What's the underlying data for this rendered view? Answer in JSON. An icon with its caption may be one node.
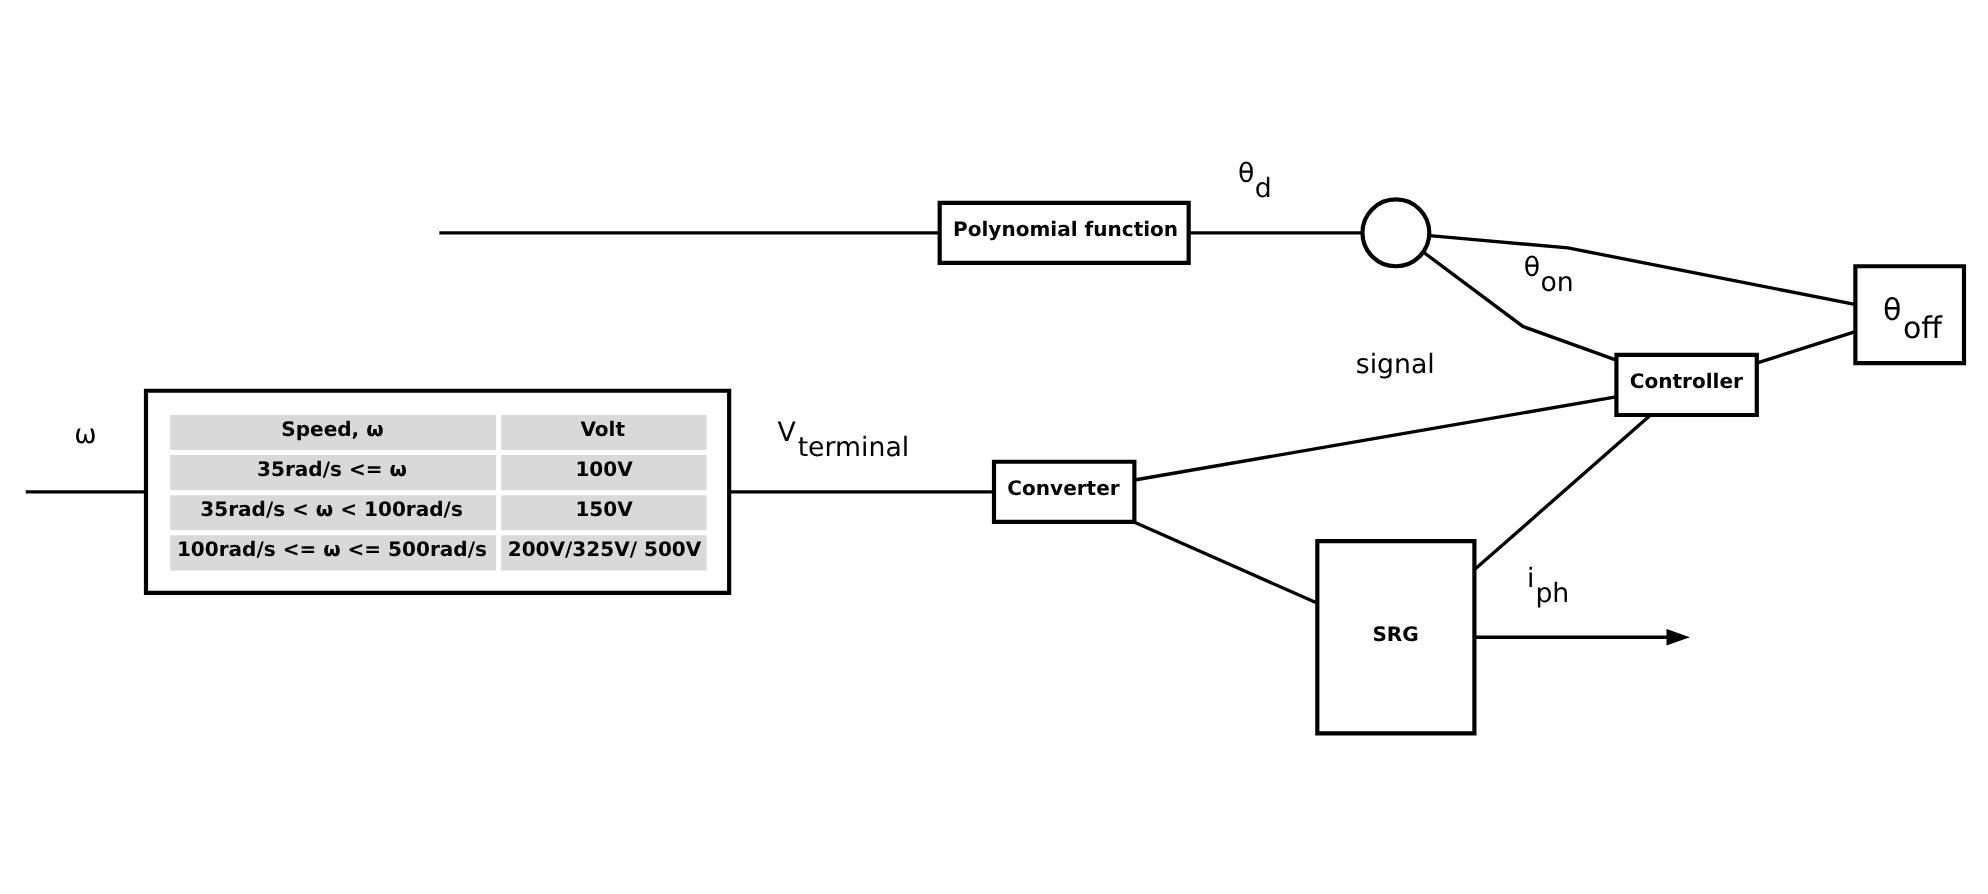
{
  "diagram": {
    "nodes": [
      {
        "text": [
          "Speed, ω",
          "Volt",
          "35rad/s <= ω",
          "100V",
          "35rad/s < ω < 100rad/s",
          "150V",
          "100rad/s <= ω <= 500rad/s",
          "200V/325V/ 500V"
        ]
      },
      {
        "text": [
          "Converter"
        ]
      },
      {
        "text": [
          "SRG"
        ]
      },
      {
        "text": [
          "Polynomial function"
        ]
      },
      {
        "text": [],
        "shape": "circle"
      },
      {
        "text": [
          "Controller"
        ]
      },
      {
        "text": [
          "θ$_{off}$"
        ]
      }
    ],
    "edges": [
      {
        "from": null,
        "to": 0,
        "arrow": "none",
        "label": "ω"
      },
      {
        "from": null,
        "to": 3,
        "arrow": "none"
      },
      {
        "from": 0,
        "to": 1,
        "arrow": "none",
        "label": "V$_{terminal}$"
      },
      {
        "from": 1,
        "to": 2,
        "arrow": "none"
      },
      {
        "from": 2,
        "to": null,
        "arrow": "to",
        "label": "i$_{ph}$"
      },
      {
        "from": 2,
        "to": 5,
        "arrow": "none"
      },
      {
        "from": 1,
        "to": 5,
        "arrow": "none",
        "label": "signal"
      },
      {
        "from": 3,
        "to": 4,
        "arrow": "none",
        "label": "θ$_{d}$"
      },
      {
        "from": 4,
        "to": 5,
        "arrow": "none",
        "label": "θ$_{on}$"
      },
      {
        "from": 4,
        "to": 6,
        "arrow": "none"
      },
      {
        "from": 5,
        "to": 6,
        "arrow": "none"
      }
    ]
  }
}
